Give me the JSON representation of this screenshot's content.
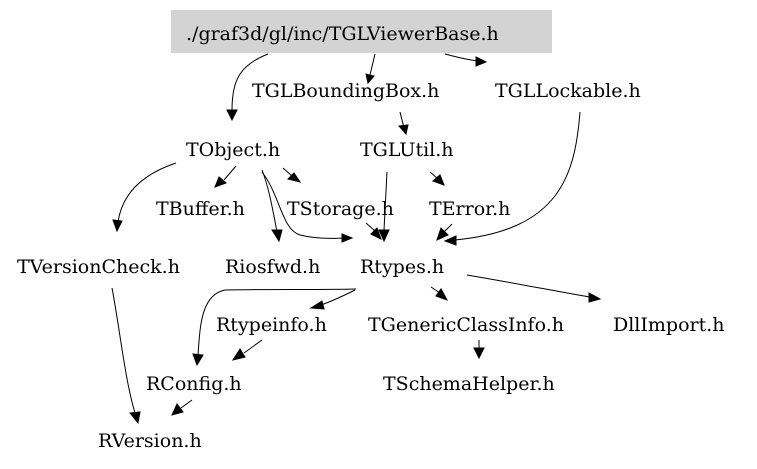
{
  "graph": {
    "root": "./graf3d/gl/inc/TGLViewerBase.h",
    "nodes": [
      {
        "id": "root",
        "label": "./graf3d/gl/inc/TGLViewerBase.h"
      },
      {
        "id": "tglboundingbox",
        "label": "TGLBoundingBox.h"
      },
      {
        "id": "tgllockable",
        "label": "TGLLockable.h"
      },
      {
        "id": "tobject",
        "label": "TObject.h"
      },
      {
        "id": "tglutil",
        "label": "TGLUtil.h"
      },
      {
        "id": "tbuffer",
        "label": "TBuffer.h"
      },
      {
        "id": "tstorage",
        "label": "TStorage.h"
      },
      {
        "id": "terror",
        "label": "TError.h"
      },
      {
        "id": "tversioncheck",
        "label": "TVersionCheck.h"
      },
      {
        "id": "riosfwd",
        "label": "Riosfwd.h"
      },
      {
        "id": "rtypes",
        "label": "Rtypes.h"
      },
      {
        "id": "rtypeinfo",
        "label": "Rtypeinfo.h"
      },
      {
        "id": "tgenericclassinfo",
        "label": "TGenericClassInfo.h"
      },
      {
        "id": "dllimport",
        "label": "DllImport.h"
      },
      {
        "id": "rconfig",
        "label": "RConfig.h"
      },
      {
        "id": "tschemahelper",
        "label": "TSchemaHelper.h"
      },
      {
        "id": "rversion",
        "label": "RVersion.h"
      }
    ],
    "edges": [
      {
        "from": "root",
        "to": "tobject"
      },
      {
        "from": "root",
        "to": "tglboundingbox"
      },
      {
        "from": "root",
        "to": "tgllockable"
      },
      {
        "from": "tglboundingbox",
        "to": "tglutil"
      },
      {
        "from": "tgllockable",
        "to": "rtypes"
      },
      {
        "from": "tobject",
        "to": "tbuffer"
      },
      {
        "from": "tobject",
        "to": "tstorage"
      },
      {
        "from": "tobject",
        "to": "tversioncheck"
      },
      {
        "from": "tobject",
        "to": "riosfwd"
      },
      {
        "from": "tobject",
        "to": "rtypes"
      },
      {
        "from": "tglutil",
        "to": "rtypes"
      },
      {
        "from": "tglutil",
        "to": "terror"
      },
      {
        "from": "tstorage",
        "to": "rtypes"
      },
      {
        "from": "terror",
        "to": "rtypes"
      },
      {
        "from": "tversioncheck",
        "to": "rversion"
      },
      {
        "from": "rtypes",
        "to": "rconfig"
      },
      {
        "from": "rtypes",
        "to": "rtypeinfo"
      },
      {
        "from": "rtypes",
        "to": "tgenericclassinfo"
      },
      {
        "from": "rtypes",
        "to": "dllimport"
      },
      {
        "from": "rtypeinfo",
        "to": "rconfig"
      },
      {
        "from": "tgenericclassinfo",
        "to": "tschemahelper"
      },
      {
        "from": "rconfig",
        "to": "rversion"
      }
    ]
  },
  "colors": {
    "root_fill": "#d3d3d3",
    "edge": "#000000",
    "text": "#000000",
    "background": "#ffffff"
  }
}
